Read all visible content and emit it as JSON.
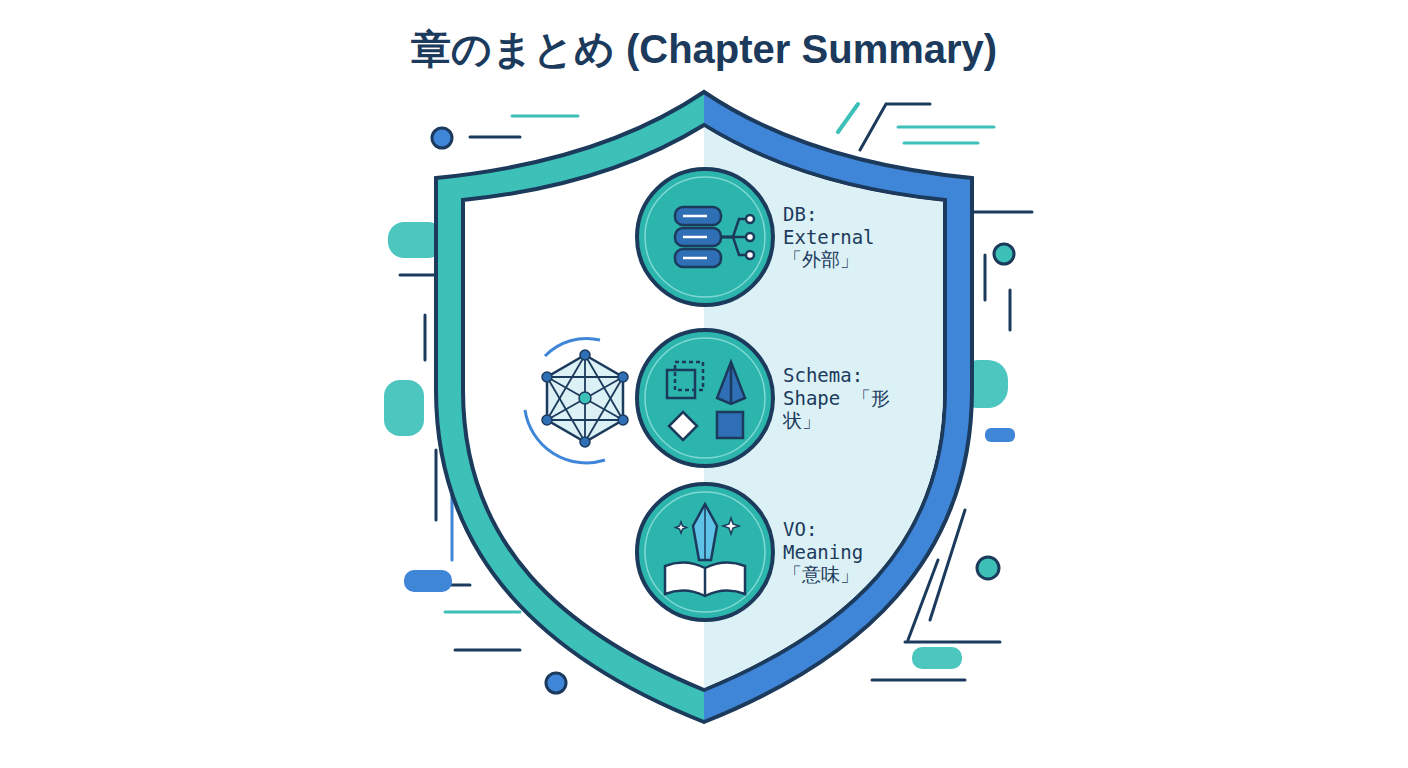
{
  "diagram": {
    "title": "章のまとめ (Chapter Summary)",
    "nodes": [
      {
        "text": [
          "DB: External 「外部」"
        ]
      },
      {
        "text": [
          "Schema: Shape 「形状」"
        ]
      },
      {
        "text": [
          "VO: Meaning 「意味」"
        ]
      }
    ]
  }
}
